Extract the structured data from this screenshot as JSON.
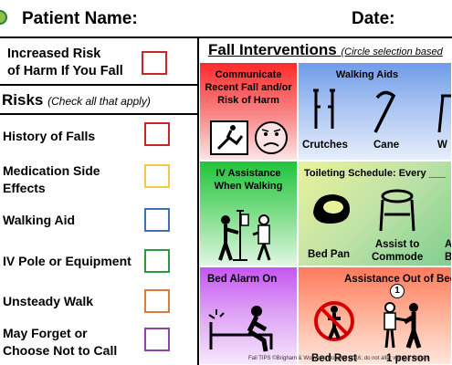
{
  "header": {
    "patient_name_label": "Patient Name:",
    "date_label": "Date:"
  },
  "harm_box": {
    "label_line1": "Increased Risk",
    "label_line2": "of Harm If You Fall",
    "box_color": "#c62828"
  },
  "risks": {
    "title": "Risks",
    "subtitle": "(Check all that apply)",
    "items": [
      {
        "line1": "History of Falls",
        "line2": "",
        "color": "#c62828"
      },
      {
        "line1": "Medication Side",
        "line2": "Effects",
        "color": "#f2c94c"
      },
      {
        "line1": "Walking Aid",
        "line2": "",
        "color": "#3f6fb5"
      },
      {
        "line1": "IV Pole or Equipment",
        "line2": "",
        "color": "#2e9a3e"
      },
      {
        "line1": "Unsteady Walk",
        "line2": "",
        "color": "#e0783a"
      },
      {
        "line1": "May Forget or",
        "line2": "Choose Not to Call",
        "color": "#8e44ad"
      }
    ]
  },
  "interventions": {
    "title": "Fall Interventions",
    "subtitle": "(Circle selection based",
    "communicate": {
      "line1": "Communicate",
      "line2": "Recent Fall and/or",
      "line3": "Risk of Harm"
    },
    "walking_aids": {
      "title": "Walking Aids",
      "crutches": "Crutches",
      "cane": "Cane",
      "walker": "W"
    },
    "iv_assist": {
      "line1": "IV Assistance",
      "line2": "When Walking"
    },
    "toileting": {
      "title": "Toileting Schedule: Every ___",
      "bedpan": "Bed Pan",
      "commode_line1": "Assist to",
      "commode_line2": "Commode",
      "third": "A",
      "third2": "B"
    },
    "bed_alarm": {
      "title": "Bed Alarm On"
    },
    "assistance": {
      "title": "Assistance Out of Bed",
      "bed_rest": "Bed Rest",
      "one_person": "1 person",
      "one_badge": "1"
    }
  },
  "footer": {
    "text": "Fall TIPS ©Brigham & Women's Hospital 2016; do not alter without written"
  }
}
